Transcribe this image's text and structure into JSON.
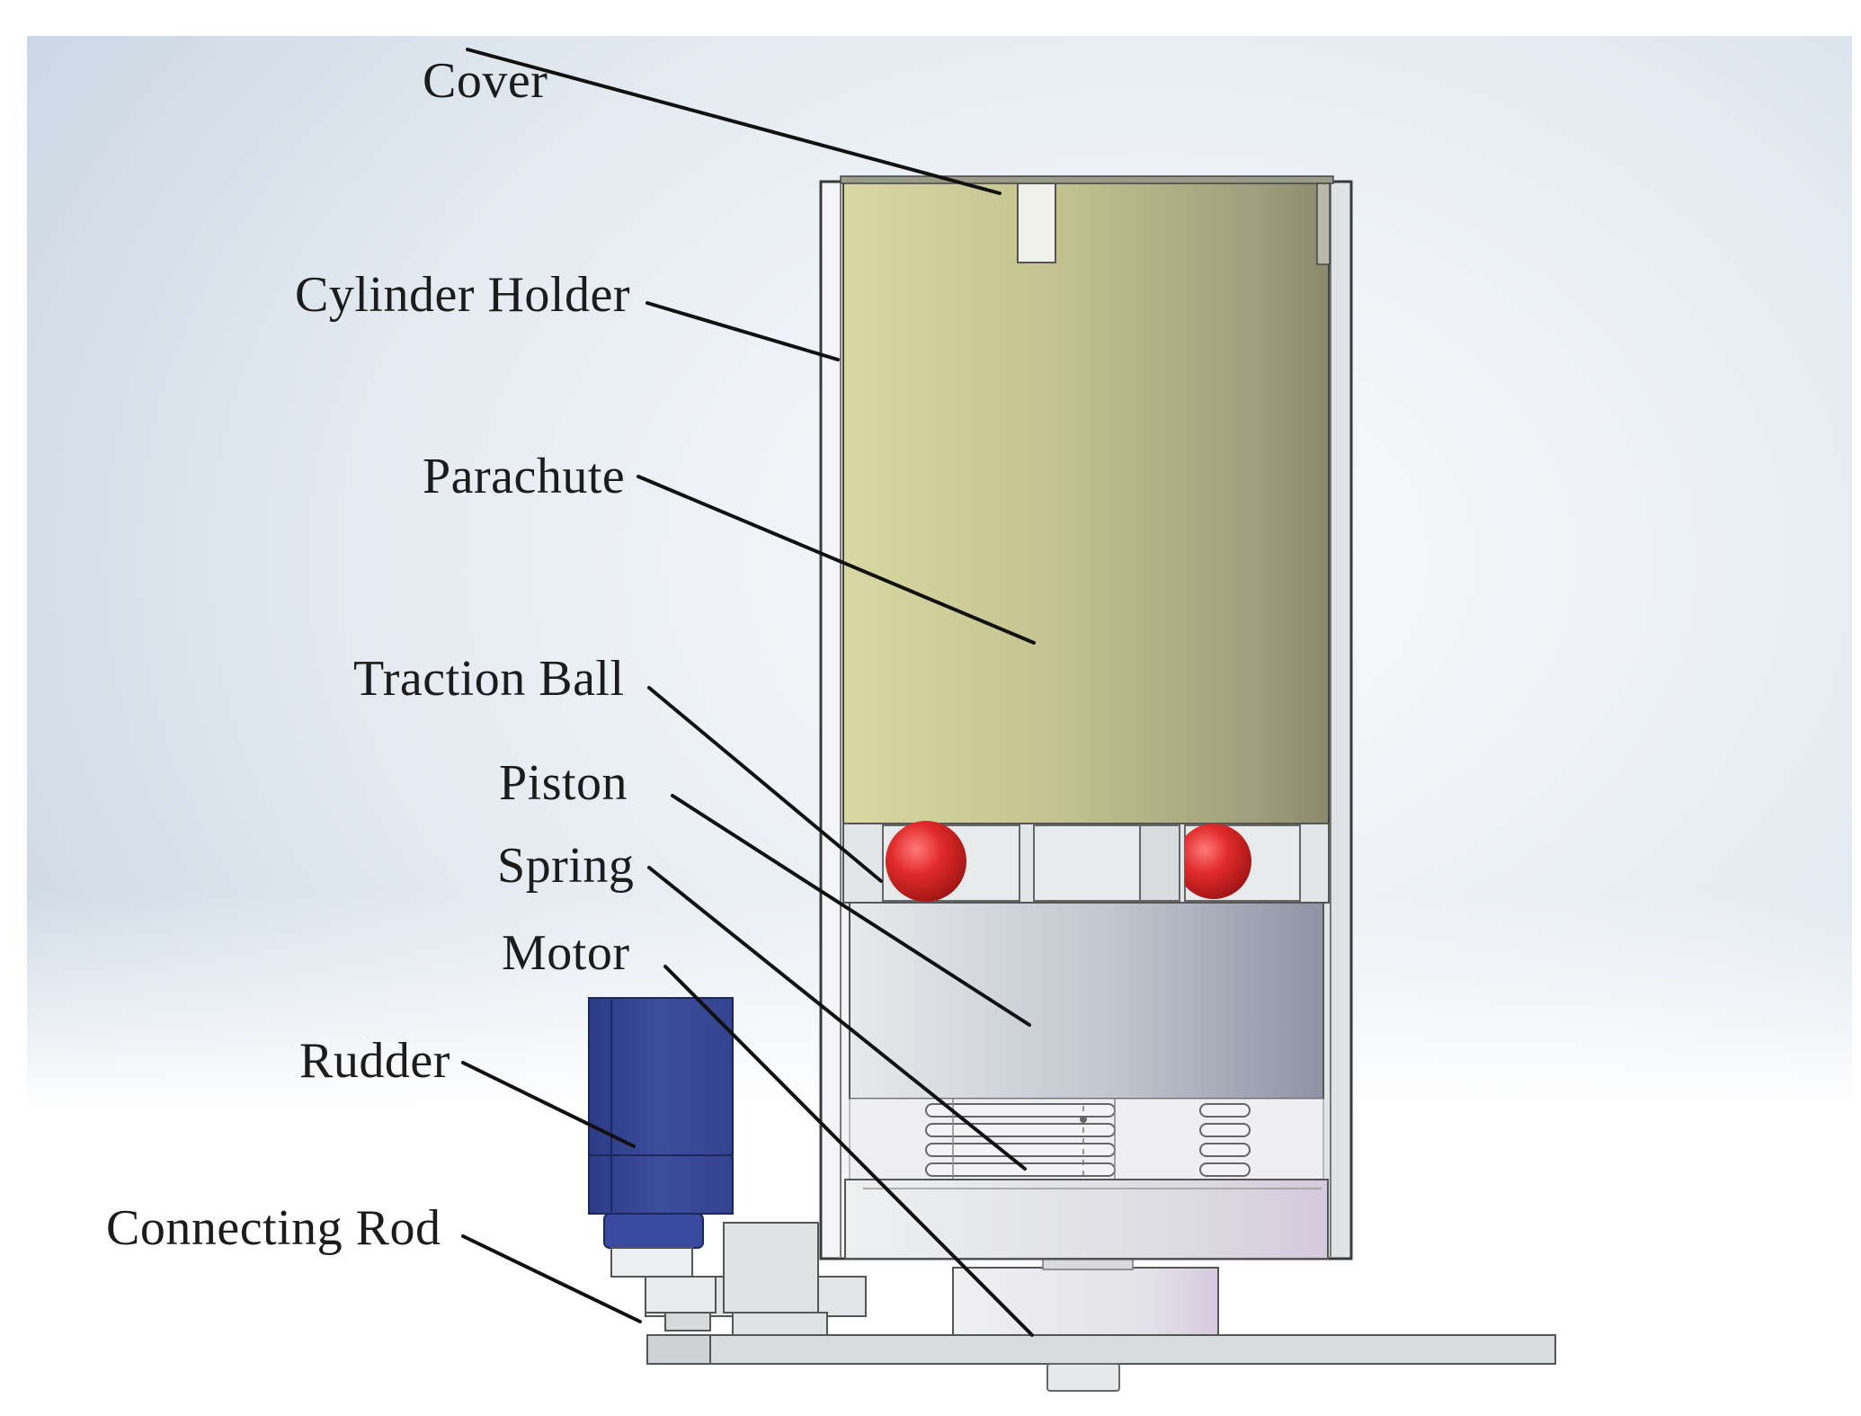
{
  "labels": {
    "cover": "Cover",
    "cylinder_holder": "Cylinder Holder",
    "parachute": "Parachute",
    "traction_ball": "Traction Ball",
    "piston": "Piston",
    "spring": "Spring",
    "motor": "Motor",
    "rudder": "Rudder",
    "connecting_rod": "Connecting Rod"
  },
  "colors": {
    "parachute_light": "#d8d7a2",
    "parachute_dark": "#8b8a6c",
    "piston_light": "#e4e8ea",
    "piston_dark": "#8e93a4",
    "traction_ball": "#e02a2a",
    "rudder_blue": "#3b4c9a",
    "base_plate": "#d8dcdd",
    "leader_line": "#111111"
  }
}
